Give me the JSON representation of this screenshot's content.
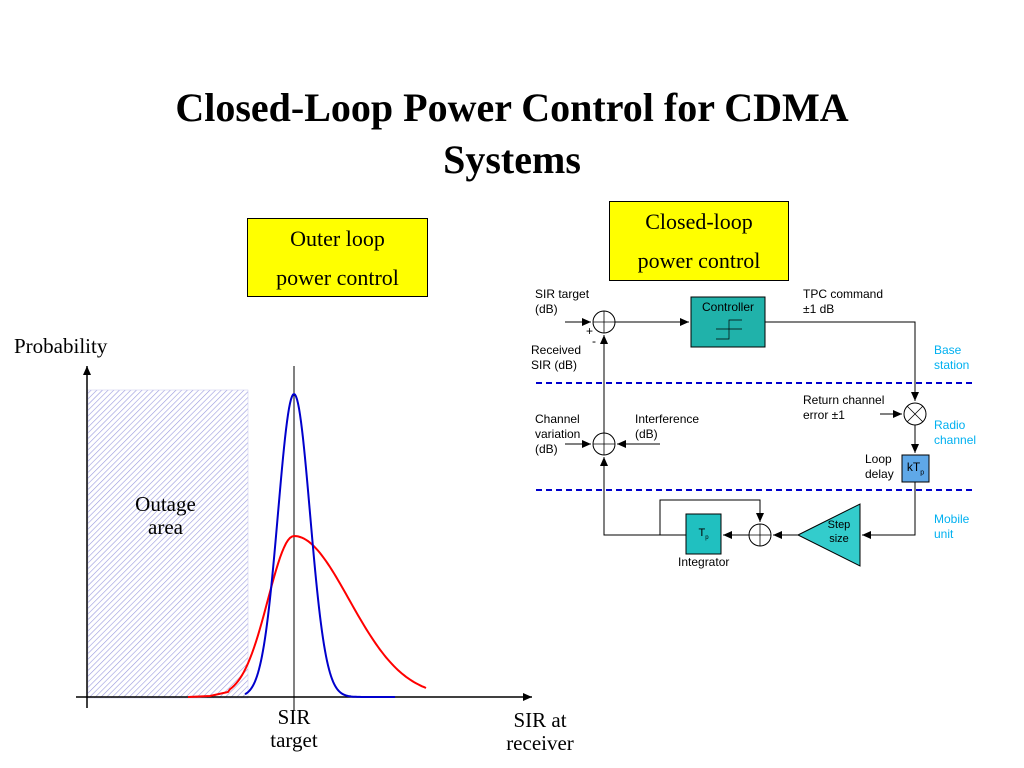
{
  "title_line1": "Closed-Loop Power Control for CDMA",
  "title_line2": "Systems",
  "outer_box": {
    "line1": "Outer loop",
    "line2": "power control"
  },
  "closed_box": {
    "line1": "Closed-loop",
    "line2": "power control"
  },
  "left_chart": {
    "ylabel": "Probability",
    "xlabel_line1": "SIR at",
    "xlabel_line2": "receiver",
    "sir_target_line1": "SIR",
    "sir_target_line2": "target",
    "outage_line1": "Outage",
    "outage_line2": "area"
  },
  "block": {
    "sir_target_line1": "SIR target",
    "sir_target_line2": "(dB)",
    "plus": "+",
    "minus": "-",
    "received_line1": "Received",
    "received_line2": "SIR (dB)",
    "controller": "Controller",
    "tpc_line1": "TPC command",
    "tpc_line2": "±1 dB",
    "base_station_line1": "Base",
    "base_station_line2": "station",
    "return_line1": "Return channel",
    "return_line2": "error ±1",
    "radio_line1": "Radio",
    "radio_line2": "channel",
    "channel_var_line1": "Channel",
    "channel_var_line2": "variation",
    "channel_var_line3": "(dB)",
    "interference_line1": "Interference",
    "interference_line2": "(dB)",
    "loop_delay_line1": "Loop",
    "loop_delay_line2": "delay",
    "ktp": "kT",
    "ktp_sub": "p",
    "tp": "T",
    "tp_sub": "p",
    "step_line1": "Step",
    "step_line2": "size",
    "integrator": "Integrator",
    "mobile_line1": "Mobile",
    "mobile_line2": "unit"
  },
  "colors": {
    "title": "#000000",
    "box_fill": "#ffff00",
    "narrow_curve": "#0000cc",
    "wide_curve": "#ff0000",
    "outage_hatch": "#9999dd",
    "controller_fill": "#20b2aa",
    "ktp_fill": "#5fa8e8",
    "tp_fill": "#20c0c0",
    "step_fill": "#33cccc",
    "dashed_line": "#0000cc",
    "cyan_label": "#00b0f0"
  }
}
